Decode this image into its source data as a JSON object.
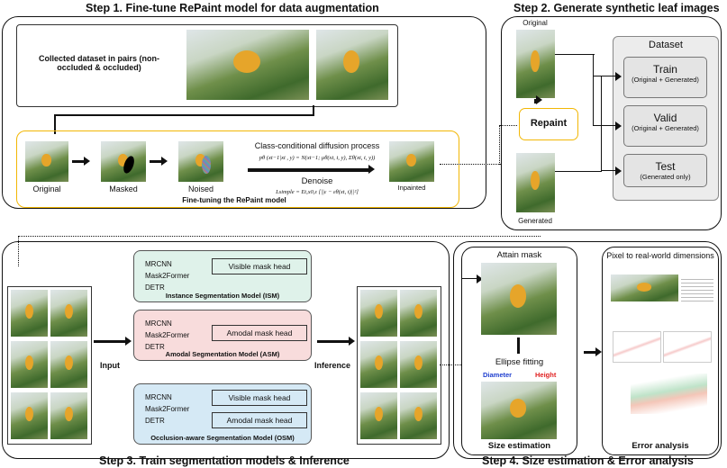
{
  "step1": {
    "title": "Step 1. Fine-tune RePaint model for data augmentation",
    "dataset_label": "Collected dataset in pairs (non-occluded & occluded)",
    "images": [
      "Original",
      "Masked",
      "Noised",
      "Inpainted"
    ],
    "process_title": "Class-conditional diffusion process",
    "equation": "pθ (xt−1|xt , y) = N(xt−1; μθ(xt, t, y), Σθ(xt, t, y))",
    "denoise": "Denoise",
    "loss": "Lsimple = Et,x0,ε [||ε − εθ(xt, t)||²]",
    "box_label": "Fine-tuning the RePaint model"
  },
  "step2": {
    "title": "Step 2. Generate synthetic leaf images",
    "original": "Original",
    "repaint": "Repaint",
    "generated": "Generated",
    "dataset_title": "Dataset",
    "splits": [
      {
        "name": "Train",
        "sub": "(Original + Generated)"
      },
      {
        "name": "Valid",
        "sub": "(Original + Generated)"
      },
      {
        "name": "Test",
        "sub": "(Generated only)"
      }
    ]
  },
  "step3": {
    "title": "Step 3. Train segmentation models & Inference",
    "input": "Input",
    "inference": "Inference",
    "models": [
      {
        "list": [
          "MRCNN",
          "Mask2Former",
          "DETR"
        ],
        "heads": [
          "Visible mask head"
        ],
        "name": "Instance Segmentation Model (ISM)",
        "color": "#dff2ea"
      },
      {
        "list": [
          "MRCNN",
          "Mask2Former",
          "DETR"
        ],
        "heads": [
          "Amodal mask head"
        ],
        "name": "Amodal Segmentation Model (ASM)",
        "color": "#f8dcdc"
      },
      {
        "list": [
          "MRCNN",
          "Mask2Former",
          "DETR"
        ],
        "heads": [
          "Visible mask head",
          "Amodal mask head"
        ],
        "name": "Occlusion-aware Segmentation Model (OSM)",
        "color": "#d5e9f5"
      }
    ]
  },
  "step4": {
    "title": "Step 4. Size estimation & Error analysis",
    "attain": "Attain mask",
    "ellipse": "Ellipse fitting",
    "diameter": "Diameter",
    "height": "Height",
    "size": "Size estimation",
    "pixel": "Pixel to real-world dimensions",
    "error": "Error analysis"
  },
  "colors": {
    "yellow": "#f2b705",
    "diameter": "#1f3fcf",
    "height": "#e02020"
  }
}
